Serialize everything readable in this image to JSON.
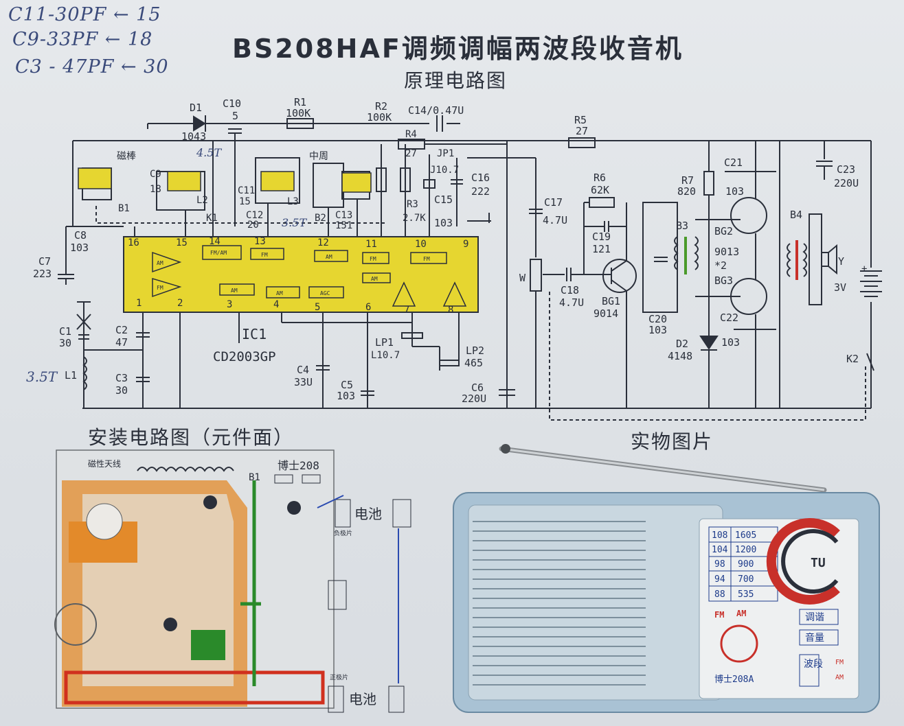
{
  "handwritten": {
    "line1": "C11-30PF ← 15",
    "line2": "C9-33PF ← 18",
    "line3": "C3 - 47PF ← 30",
    "note_l1": "3.5T",
    "note_b1": "4.5T",
    "note_l3": "3.5T"
  },
  "header": {
    "title": "BS208HAF调频调幅两波段收音机",
    "subtitle": "原理电路图"
  },
  "sections": {
    "assembly": "安装电路图（元件面）",
    "photo": "实物图片"
  },
  "components": {
    "d1": "D1",
    "d1v": "1043",
    "c10": "C10",
    "c10v": "5",
    "r1": "R1",
    "r1v": "100K",
    "r2": "R2",
    "r2v": "100K",
    "c14": "C14/0.47U",
    "r5": "R5",
    "r5v": "27",
    "r4": "R4",
    "r4v": "27",
    "jp1": "JP1",
    "j107": "J10.7",
    "c16": "C16",
    "c16v": "222",
    "c15": "C15",
    "c15v": "103",
    "r3": "R3",
    "r3v": "2.7K",
    "c13": "C13",
    "c13v": "151",
    "b2": "B2",
    "zhongzhou": "中周",
    "c12": "C12",
    "c12v": "20",
    "c11": "C11",
    "c11v": "15",
    "l3": "L3",
    "l2": "L2",
    "c9": "C9",
    "c9v": "18",
    "k1": "K1",
    "b1": "B1",
    "cibang": "磁棒",
    "c8": "C8",
    "c8v": "103",
    "c7": "C7",
    "c7v": "223",
    "c1": "C1",
    "c1v": "30",
    "c2": "C2",
    "c2v": "47",
    "c3": "C3",
    "c3v": "30",
    "l1": "L1",
    "ic1": "IC1",
    "ic1v": "CD2003GP",
    "c4": "C4",
    "c4v": "33U",
    "c5": "C5",
    "c5v": "103",
    "lp1": "LP1",
    "lp1v": "L10.7",
    "lp2": "LP2",
    "lp2v": "465",
    "c6": "C6",
    "c6v": "220U",
    "c17": "C17",
    "c17v": "4.7U",
    "w": "W",
    "c18": "C18",
    "c18v": "4.7U",
    "r6": "R6",
    "r6v": "62K",
    "c19": "C19",
    "c19v": "121",
    "bg1": "BG1",
    "bg1v": "9014",
    "b3": "B3",
    "c20": "C20",
    "c20v": "103",
    "r7": "R7",
    "r7v": "820",
    "c21": "C21",
    "c21v": "103",
    "bg2": "BG2",
    "bg23": "9013",
    "x2": "*2",
    "bg3": "BG3",
    "c22": "C22",
    "c22v": "103",
    "d2": "D2",
    "d2v": "4148",
    "b4": "B4",
    "y": "Y",
    "c23": "C23",
    "c23v": "220U",
    "bat": "3V",
    "k2": "K2"
  },
  "ic_pins": [
    "16",
    "15",
    "14",
    "13",
    "12",
    "11",
    "10",
    "9",
    "1",
    "2",
    "3",
    "4",
    "5",
    "6",
    "7",
    "8"
  ],
  "ic_blocks": {
    "fm_am_sw": "FM/AM",
    "fm_mix": "FM",
    "am_osc": "AM",
    "fm_if": "FM",
    "am_rf": "AM",
    "fm_rf": "FM",
    "fm_osc": "FM",
    "am_mix": "AM",
    "agc": "AGC",
    "am_det": "AM",
    "if_amp": "AM"
  },
  "pcb": {
    "antenna": "磁性天线",
    "model": "博士208",
    "b1": "B1",
    "battery_neg": "电池",
    "battery_pos": "电池",
    "neg_plate": "负极片",
    "pos_plate": "正极片"
  },
  "radio": {
    "bands": [
      {
        "fm": "108",
        "am": "1605"
      },
      {
        "fm": "104",
        "am": "1200"
      },
      {
        "fm": "98",
        "am": "900"
      },
      {
        "fm": "94",
        "am": "700"
      },
      {
        "fm": "88",
        "am": "535"
      }
    ],
    "tu": "TU",
    "tuning": "调谐",
    "volume": "音量",
    "band": "波段",
    "fm": "FM",
    "am": "AM",
    "brand": "博士208A"
  }
}
